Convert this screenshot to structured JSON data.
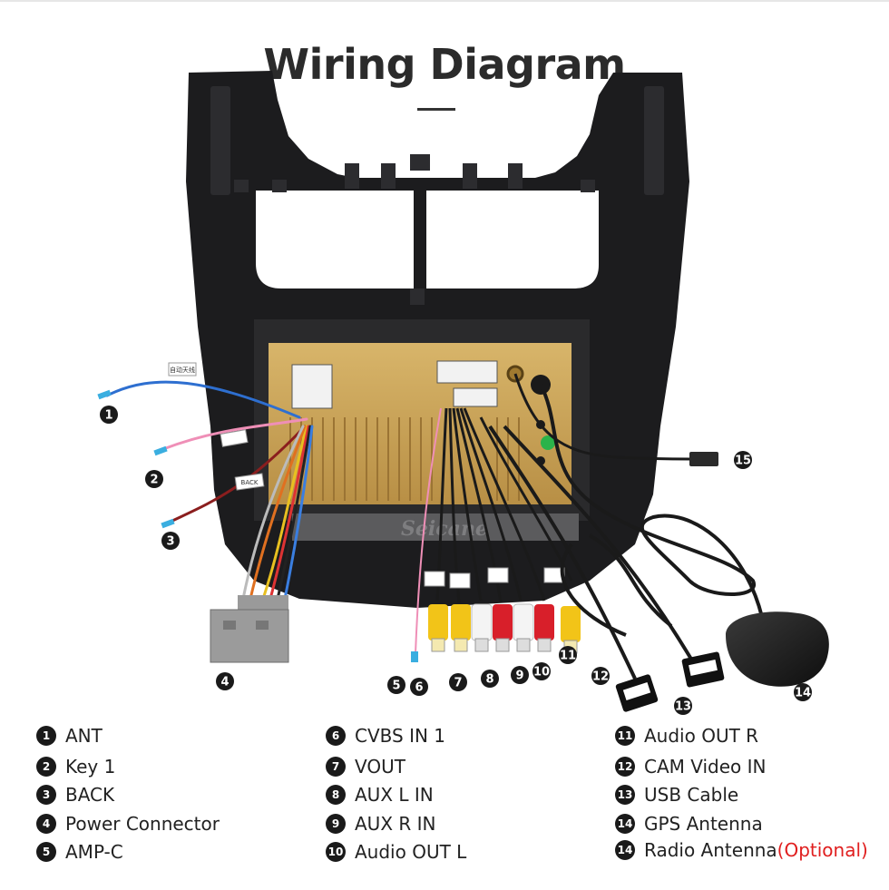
{
  "title": "Wiring Diagram",
  "watermark": "Seicane",
  "connector_labels": {
    "ant_tag": "自动天线",
    "back_tag": "BACK"
  },
  "callouts": [
    "1",
    "2",
    "3",
    "4",
    "5",
    "6",
    "7",
    "8",
    "9",
    "10",
    "11",
    "12",
    "13",
    "14",
    "15"
  ],
  "legend": {
    "col1": [
      {
        "num": "1",
        "label": "ANT"
      },
      {
        "num": "2",
        "label": "Key 1"
      },
      {
        "num": "3",
        "label": "BACK"
      },
      {
        "num": "4",
        "label": "Power Connector"
      },
      {
        "num": "5",
        "label": "AMP-C"
      }
    ],
    "col2": [
      {
        "num": "6",
        "label": "CVBS IN 1"
      },
      {
        "num": "7",
        "label": "VOUT"
      },
      {
        "num": "8",
        "label": "AUX L IN"
      },
      {
        "num": "9",
        "label": "AUX R IN"
      },
      {
        "num": "10",
        "label": "Audio OUT L"
      }
    ],
    "col3": [
      {
        "num": "11",
        "label": "Audio OUT R"
      },
      {
        "num": "12",
        "label": "CAM Video IN"
      },
      {
        "num": "13",
        "label": "USB Cable"
      },
      {
        "num": "14",
        "label": "GPS Antenna"
      },
      {
        "num": "14",
        "label": "Radio Antenna",
        "suffix": "(Optional)"
      }
    ]
  },
  "colors": {
    "frame": "#1c1c1e",
    "unit": "#c9a45a",
    "badge": "#1a1a1a",
    "optional": "#e01e1e",
    "rca_yellow": "#f2c418",
    "rca_red": "#d81f2a",
    "rca_white": "#f4f4f4"
  }
}
